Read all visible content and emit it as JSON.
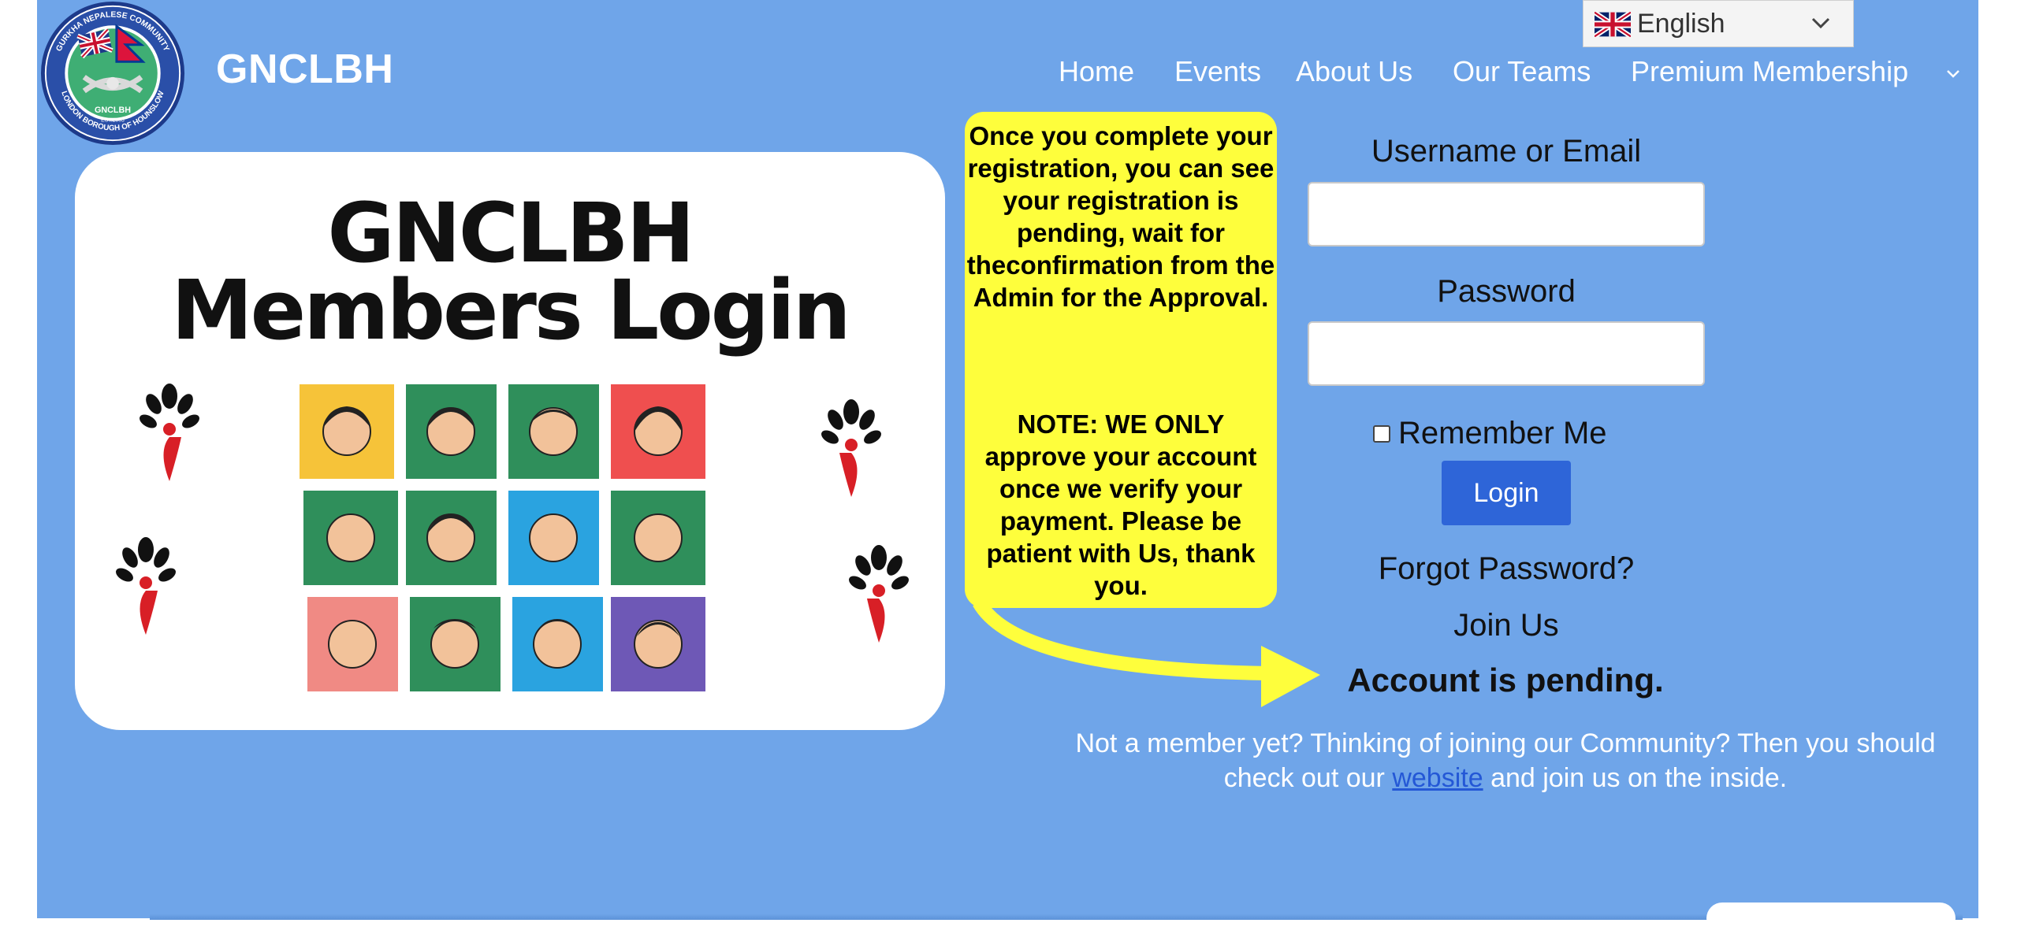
{
  "header": {
    "site_title": "GNCLBH",
    "logo": {
      "ring_top_text": "GURKHA NEPALESE COMMUNITY",
      "ring_bottom_text": "LONDON BOROUGH OF HOUNSLOW",
      "center_text": "GNCLBH",
      "est_text": "EST:2005"
    },
    "language": {
      "label": "English",
      "flag_icon": "uk-flag-icon"
    },
    "nav": {
      "home": "Home",
      "events": "Events",
      "about": "About Us",
      "teams": "Our Teams",
      "premium": "Premium Membership"
    }
  },
  "card": {
    "title_line1": "GNCLBH",
    "title_line2": "Members Login"
  },
  "note": {
    "para1": "Once you complete your registration, you can see your registration is pending, wait for theconfirmation from the Admin for the Approval.",
    "para2": "NOTE: WE ONLY approve your account once we verify your payment. Please be patient with Us, thank you."
  },
  "form": {
    "username_label": "Username or Email",
    "username_value": "",
    "password_label": "Password",
    "password_value": "",
    "remember_label": "Remember Me",
    "login_label": "Login",
    "forgot_label": "Forgot Password?",
    "join_label": "Join Us",
    "status": "Account is pending."
  },
  "footer": {
    "line_before": "Not a member yet? Thinking of joining our Community? Then you should check out our",
    "link": "website",
    "line_after": "and join us on the inside."
  },
  "colors": {
    "page_bg": "#6fa5e9",
    "note_bg": "#fefe3c",
    "button_bg": "#2e65d8",
    "link": "#2458d6"
  }
}
